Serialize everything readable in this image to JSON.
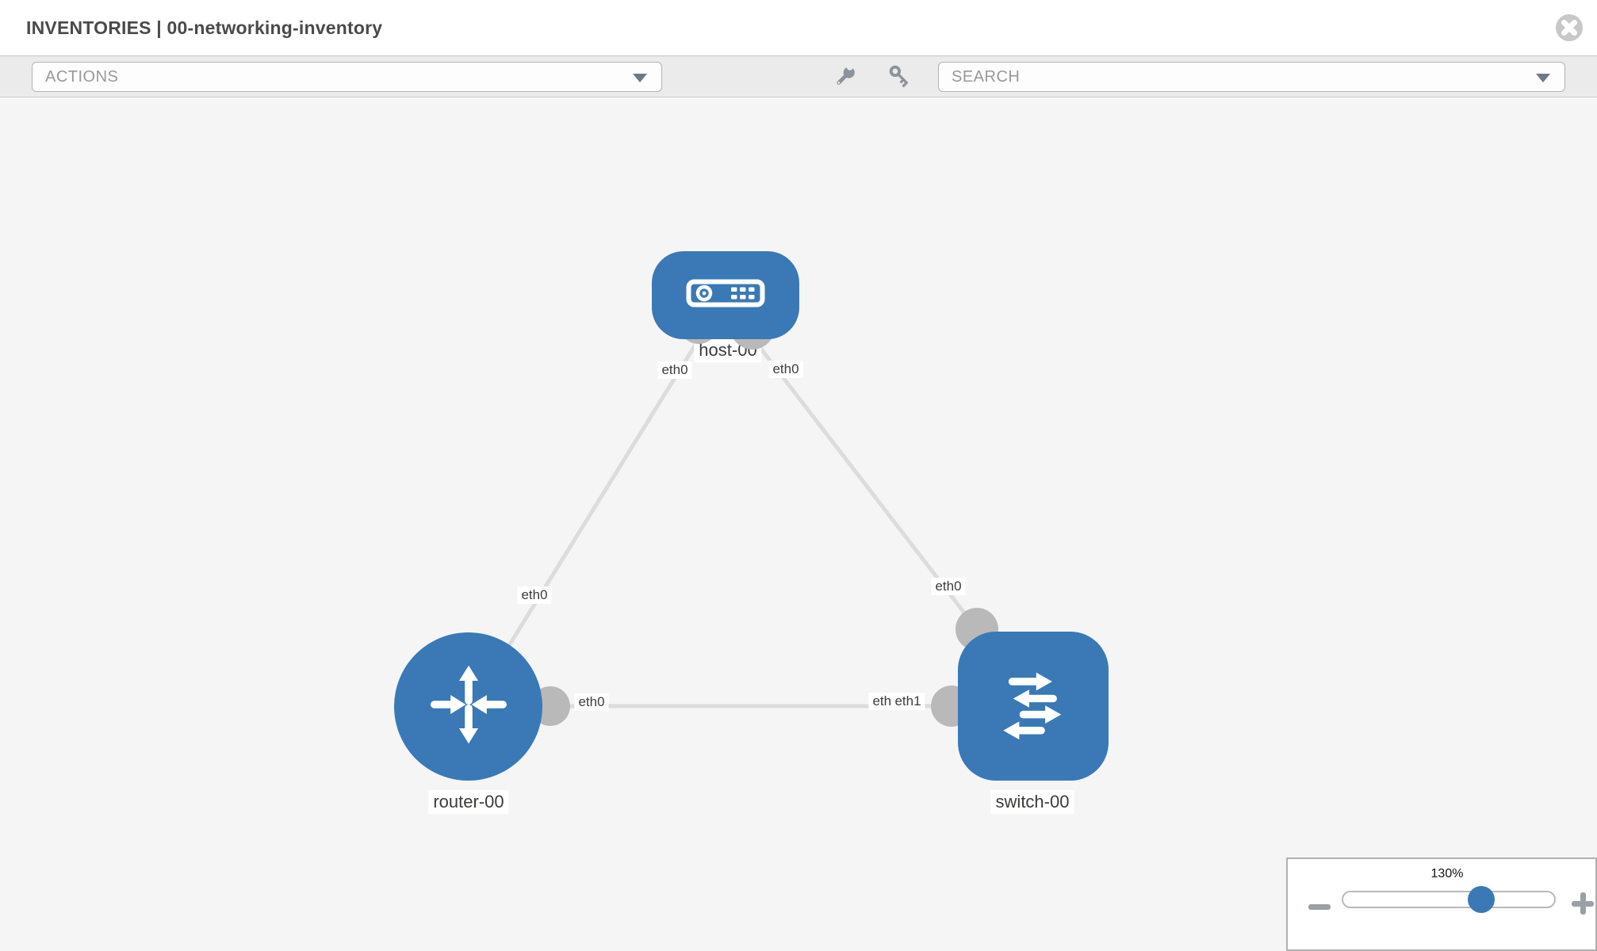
{
  "header": {
    "title": "INVENTORIES | 00-networking-inventory",
    "close_icon": "x-circle"
  },
  "toolbar": {
    "actions_dropdown": {
      "label": "ACTIONS"
    },
    "search_dropdown": {
      "label": "SEARCH"
    },
    "tool_icons": [
      "wrench",
      "key"
    ]
  },
  "topology": {
    "nodes": [
      {
        "id": "host-00",
        "type": "host",
        "label": "host-00"
      },
      {
        "id": "router-00",
        "type": "router",
        "label": "router-00"
      },
      {
        "id": "switch-00",
        "type": "switch",
        "label": "switch-00"
      }
    ],
    "links": [
      {
        "from": "host-00",
        "to": "router-00",
        "labels": [
          "eth0",
          "eth0"
        ]
      },
      {
        "from": "host-00",
        "to": "switch-00",
        "labels": [
          "eth0",
          "eth0"
        ]
      },
      {
        "from": "router-00",
        "to": "switch-00",
        "labels": [
          "eth0",
          "eth0",
          "eth1"
        ]
      }
    ]
  },
  "zoom_control": {
    "level": "130%",
    "minus_icon": "minus",
    "plus_icon": "plus",
    "handle_position_pct": 64
  },
  "colors": {
    "node_blue": "#3a79b6",
    "link_gray": "#dcdcdc",
    "endpoint_gray": "#b9b9b9",
    "canvas_bg": "#f5f5f6",
    "toolbar_bg": "#ebebeb",
    "icon_gray": "#8d939c",
    "title_gray": "#4a4a4a"
  }
}
